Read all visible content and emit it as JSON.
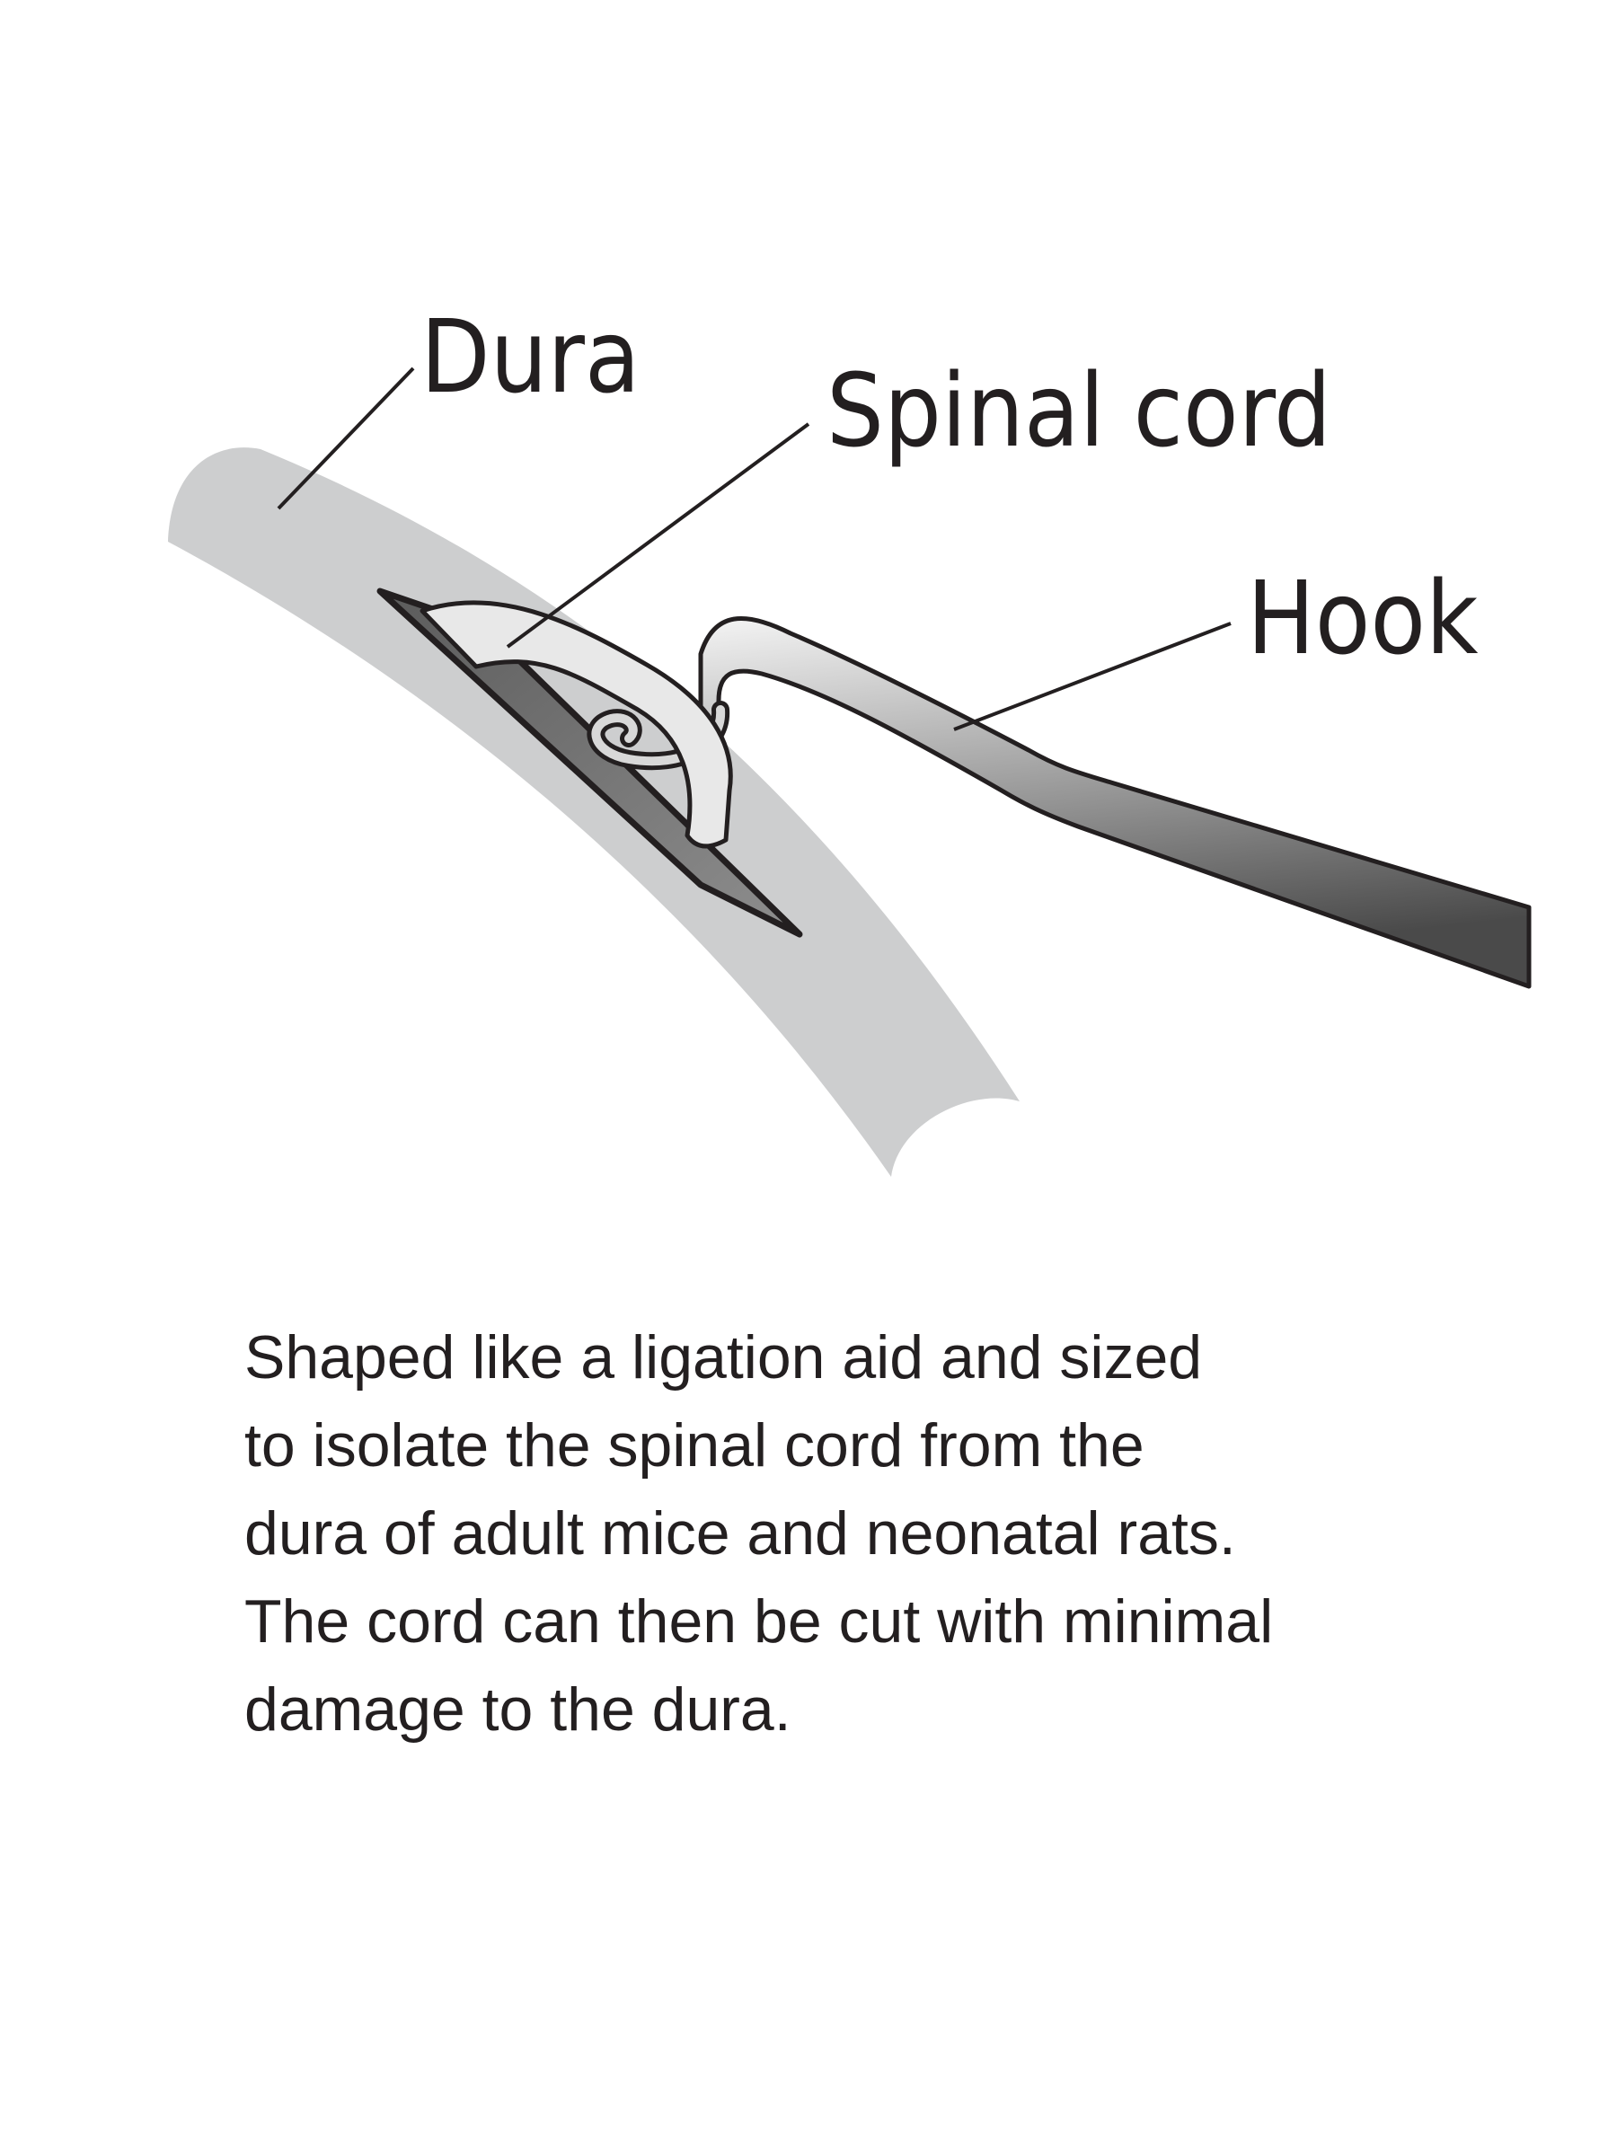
{
  "labels": {
    "dura": "Dura",
    "spinal_cord": "Spinal cord",
    "hook": "Hook"
  },
  "caption": {
    "lines": [
      "Shaped like a ligation aid and sized",
      "to isolate the spinal cord from the",
      "dura of adult mice and neonatal rats.",
      "The cord can then be cut with minimal",
      "damage to the dura."
    ]
  },
  "colors": {
    "dura_fill": "#cdcecf",
    "text": "#231f20",
    "line": "#231f20"
  }
}
